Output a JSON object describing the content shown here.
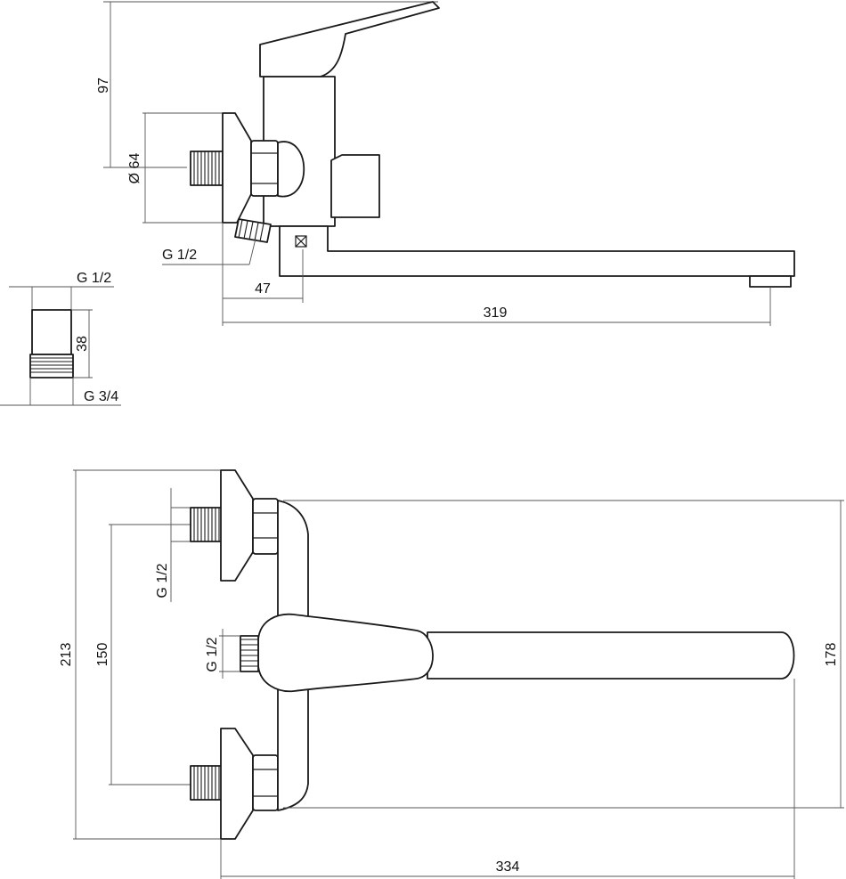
{
  "side_view": {
    "height_97": "97",
    "diameter_64": "Ø 64",
    "inlet_thread": "G 1/2",
    "offset_47": "47",
    "reach_319": "319"
  },
  "connector": {
    "top_thread": "G 1/2",
    "length_38": "38",
    "bottom_thread": "G 3/4"
  },
  "top_view": {
    "height_213": "213",
    "spacing_150": "150",
    "upper_inlet_thread": "G 1/2",
    "middle_thread": "G 1/2",
    "height_178": "178",
    "width_334": "334"
  },
  "colors": {
    "line": "#1a1a1a",
    "dimension": "#555555",
    "background": "#ffffff"
  }
}
